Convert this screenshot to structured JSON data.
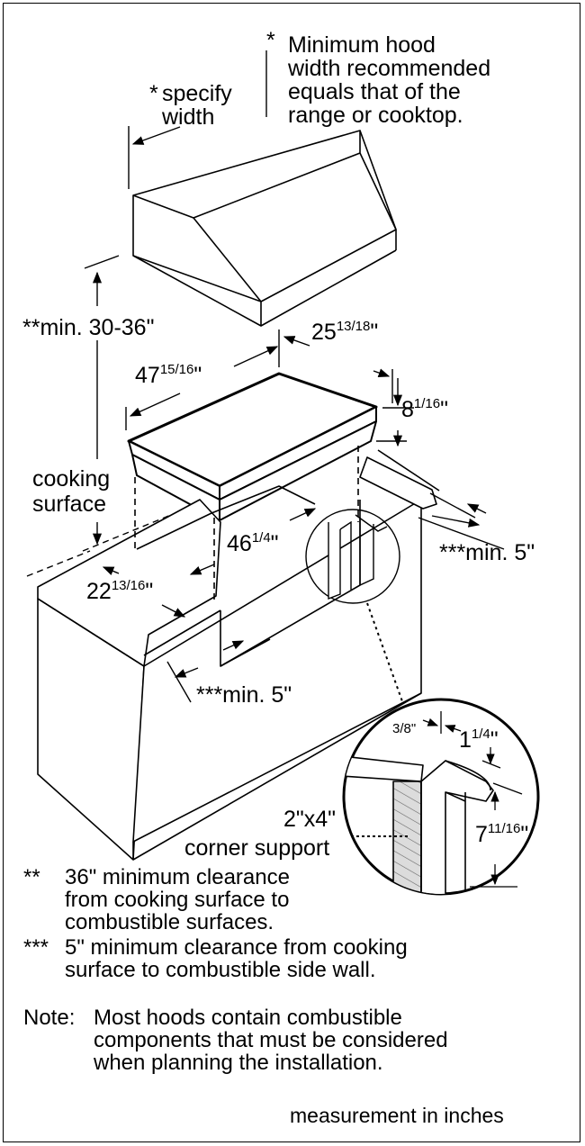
{
  "hood_note": {
    "mark": "*",
    "lines": [
      "Minimum hood",
      "width recommended",
      "equals that of the",
      "range or cooktop."
    ]
  },
  "specify_width": {
    "mark": "*",
    "line1": "specify",
    "line2": "width"
  },
  "dimensions": {
    "min_30_36": "**min. 30-36\"",
    "width_47_main": "47",
    "width_47_frac": "15/16",
    "width_47_unit": "\"",
    "depth_25_main": "25",
    "depth_25_frac": "13/18",
    "depth_25_unit": "\"",
    "height_8_main": "8",
    "height_8_frac": "1/16",
    "height_8_unit": "\"",
    "cutout_46_main": "46",
    "cutout_46_frac": "1/4",
    "cutout_46_unit": "\"",
    "cutout_22_main": "22",
    "cutout_22_frac": "13/16",
    "cutout_22_unit": "\"",
    "min_5_right": "***min. 5\"",
    "min_5_front": "***min. 5\"",
    "detail_3_8": "3/8\"",
    "detail_1_main": "1",
    "detail_1_frac": "1/4",
    "detail_1_unit": "\"",
    "detail_7_main": "7",
    "detail_7_frac": "11/16",
    "detail_7_unit": "\"",
    "support_size": "2\"x4\"",
    "support_label": "corner support"
  },
  "cooking_surface": {
    "line1": "cooking",
    "line2": "surface"
  },
  "notes": {
    "n1_mark": "**",
    "n1_lines": [
      "36\" minimum clearance",
      "from cooking surface to",
      "combustible surfaces."
    ],
    "n2_mark": "***",
    "n2_lines": [
      "5\" minimum clearance from cooking",
      "surface to combustible side wall."
    ],
    "n3_mark": "Note:",
    "n3_lines": [
      "Most hoods contain combustible",
      "components that must be considered",
      "when planning the installation."
    ]
  },
  "footer": "measurement in inches"
}
